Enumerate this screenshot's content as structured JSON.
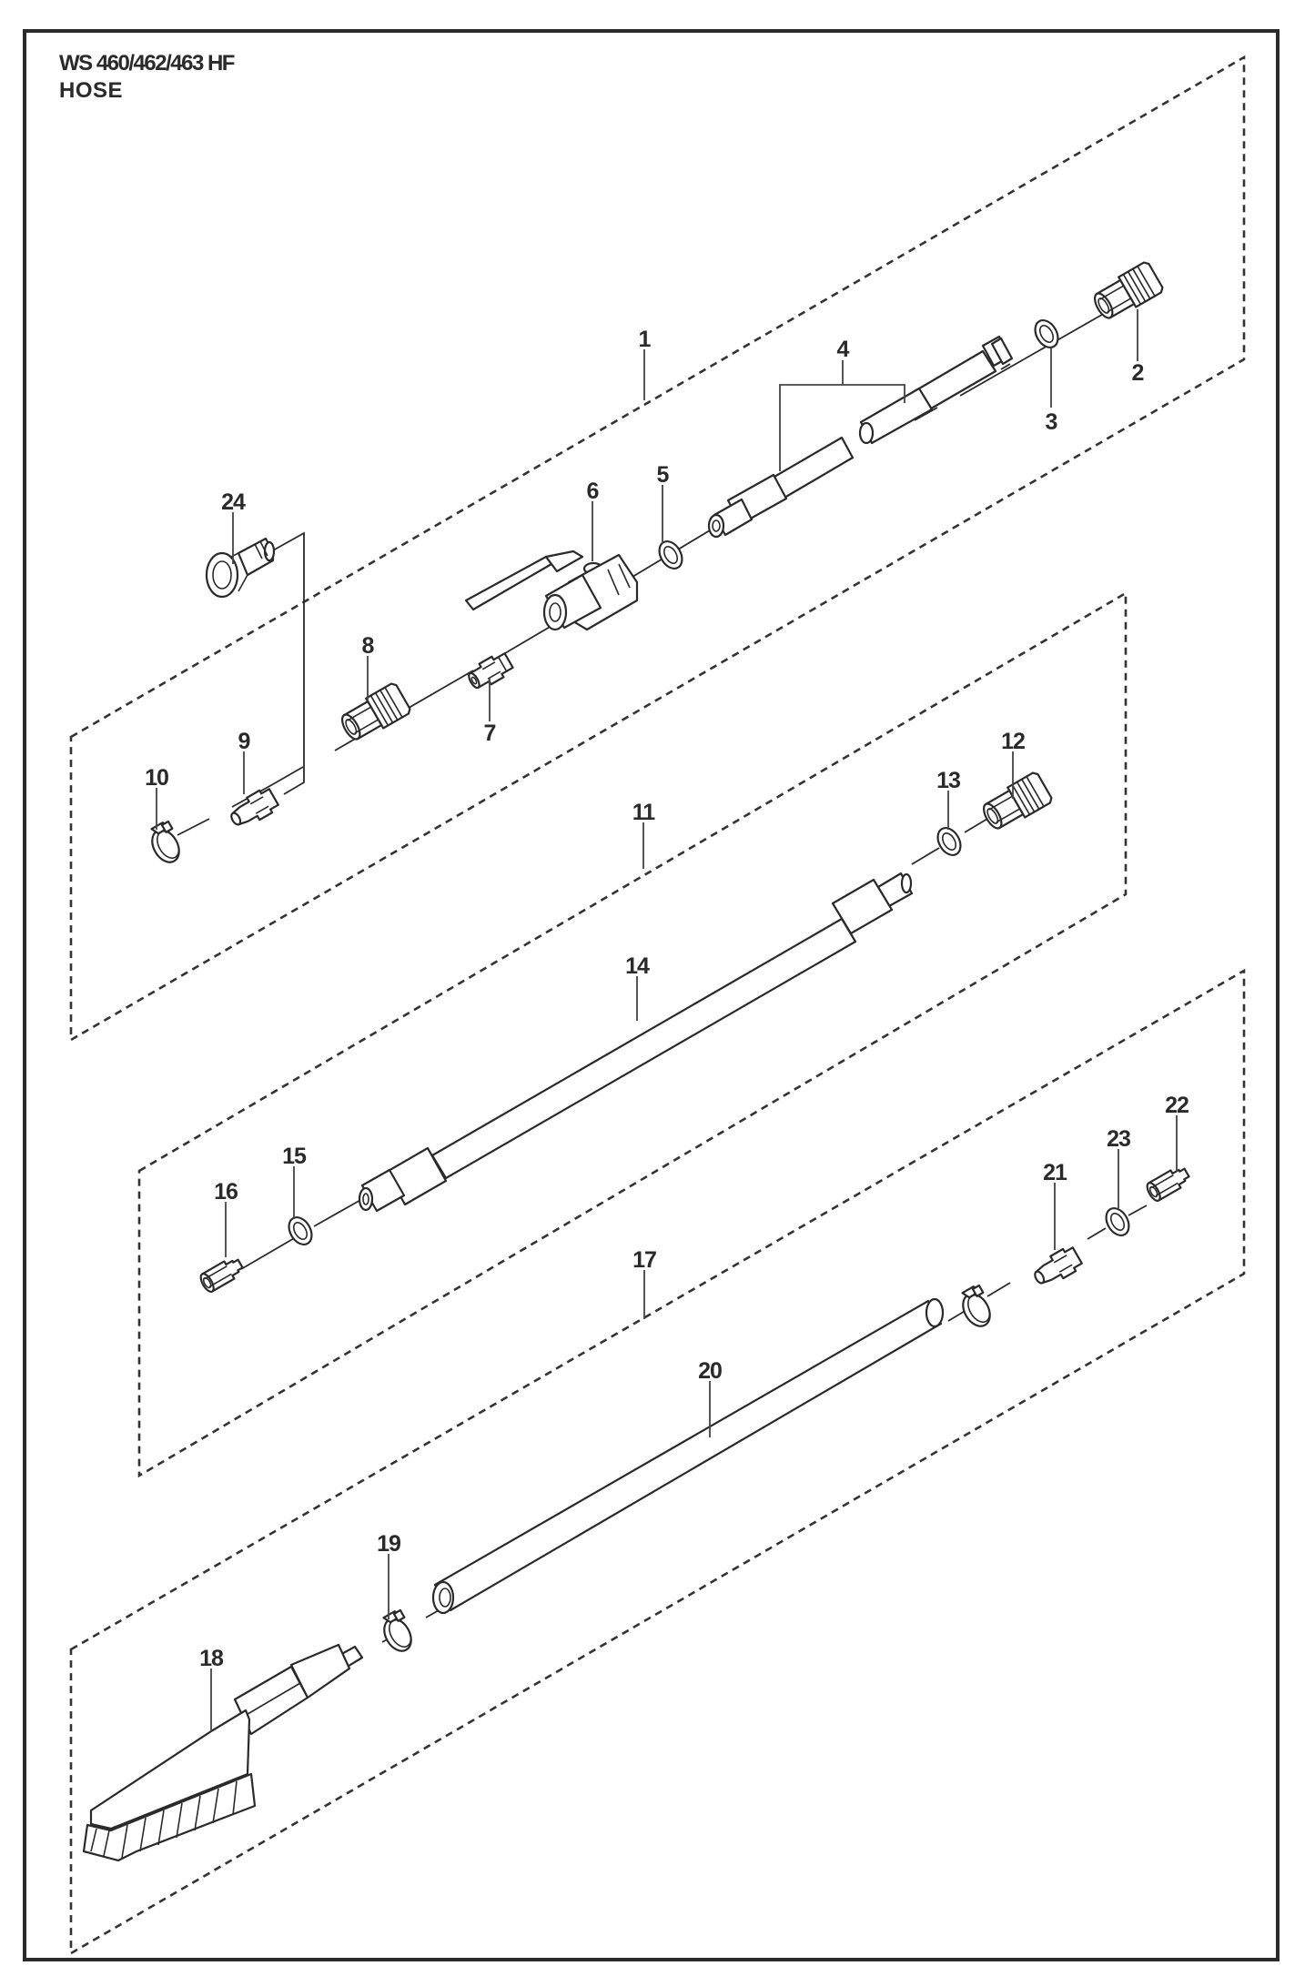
{
  "header": {
    "model": "WS 460/462/463 HF",
    "section": "HOSE"
  },
  "callouts": {
    "p1": "1",
    "p2": "2",
    "p3": "3",
    "p4": "4",
    "p5": "5",
    "p6": "6",
    "p7": "7",
    "p8": "8",
    "p9": "9",
    "p10": "10",
    "p11": "11",
    "p12": "12",
    "p13": "13",
    "p14": "14",
    "p15": "15",
    "p16": "16",
    "p17": "17",
    "p18": "18",
    "p19": "19",
    "p20": "20",
    "p21": "21",
    "p22": "22",
    "p23": "23",
    "p24": "24"
  },
  "groups": [
    {
      "id": "group-1",
      "callout": "1",
      "parts": [
        "2",
        "3",
        "4",
        "5",
        "6",
        "7",
        "8",
        "9",
        "10",
        "24"
      ]
    },
    {
      "id": "group-11",
      "callout": "11",
      "parts": [
        "12",
        "13",
        "14",
        "15",
        "16"
      ]
    },
    {
      "id": "group-17",
      "callout": "17",
      "parts": [
        "18",
        "19",
        "20",
        "21",
        "22",
        "23"
      ]
    }
  ],
  "parts": [
    {
      "number": "2",
      "icon": "quick-coupling-icon"
    },
    {
      "number": "3",
      "icon": "washer-icon"
    },
    {
      "number": "4",
      "icon": "hose-icon"
    },
    {
      "number": "5",
      "icon": "washer-icon"
    },
    {
      "number": "6",
      "icon": "ball-valve-icon"
    },
    {
      "number": "7",
      "icon": "nipple-icon"
    },
    {
      "number": "8",
      "icon": "quick-coupling-icon"
    },
    {
      "number": "9",
      "icon": "hose-nipple-icon"
    },
    {
      "number": "10",
      "icon": "hose-clamp-icon"
    },
    {
      "number": "12",
      "icon": "quick-coupling-icon"
    },
    {
      "number": "13",
      "icon": "washer-icon"
    },
    {
      "number": "14",
      "icon": "hose-icon"
    },
    {
      "number": "15",
      "icon": "washer-icon"
    },
    {
      "number": "16",
      "icon": "coupling-plug-icon"
    },
    {
      "number": "18",
      "icon": "brush-icon"
    },
    {
      "number": "19",
      "icon": "hose-clamp-icon"
    },
    {
      "number": "20",
      "icon": "tube-icon"
    },
    {
      "number": "21",
      "icon": "hose-nipple-icon"
    },
    {
      "number": "22",
      "icon": "coupling-plug-icon"
    },
    {
      "number": "23",
      "icon": "washer-icon"
    },
    {
      "number": "24",
      "icon": "adapter-icon"
    }
  ]
}
